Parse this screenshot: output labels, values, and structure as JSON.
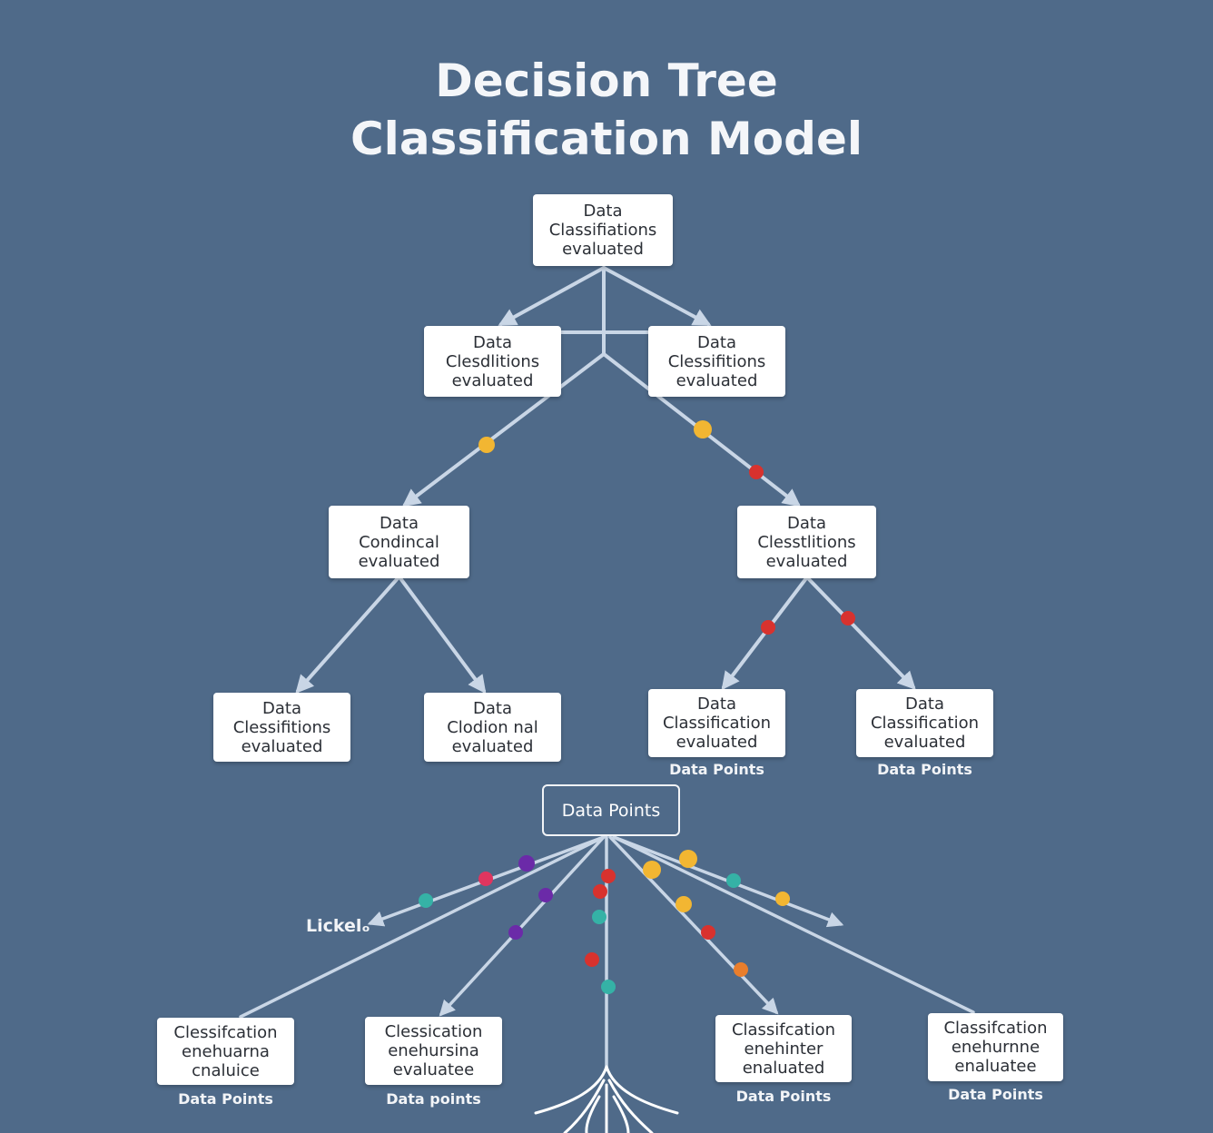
{
  "title": {
    "line1": "Decision Tree",
    "line2": "Classification Model"
  },
  "colors": {
    "background": "#4f6a89",
    "edge": "#c9d6e6",
    "dot_yellow": "#f2b632",
    "dot_red": "#d8322e",
    "dot_teal": "#35b2a6",
    "dot_purple": "#6b2aa8",
    "dot_pink": "#e0355f",
    "dot_orange": "#e97e2c"
  },
  "nodes": {
    "root": [
      "Data",
      "Classifiations",
      "evaluated"
    ],
    "l1_left": [
      "Data",
      "Clesdlitions",
      "evaluated"
    ],
    "l1_right": [
      "Data",
      "Clessifitions",
      "evaluated"
    ],
    "l2_left": [
      "Data",
      "Condincal",
      "evaluated"
    ],
    "l2_right": [
      "Data",
      "Clesstlitions",
      "evaluated"
    ],
    "l3_a": [
      "Data",
      "Clessifitions",
      "evaluated"
    ],
    "l3_b": [
      "Data",
      "Clodion nal",
      "evaluated"
    ],
    "l3_c": [
      "Data",
      "Classification",
      "evaluated"
    ],
    "l3_d": [
      "Data",
      "Classification",
      "evaluated"
    ],
    "b1": [
      "Clessifcation",
      "enehuarna",
      "cnaluice"
    ],
    "b2": [
      "Clessication",
      "enehursina",
      "evaluatee"
    ],
    "b3": [
      "Classifcation",
      "enehinter",
      "enaluated"
    ],
    "b4": [
      "Classifcation",
      "enehurnne",
      "enaluatee"
    ]
  },
  "captions": {
    "l3_c": "Data Points",
    "l3_d": "Data Points",
    "b1": "Data Points",
    "b2": "Data points",
    "b3": "Data Points",
    "b4": "Data Points"
  },
  "hub_label": "Data Points",
  "side_label": "Lickelₒ"
}
